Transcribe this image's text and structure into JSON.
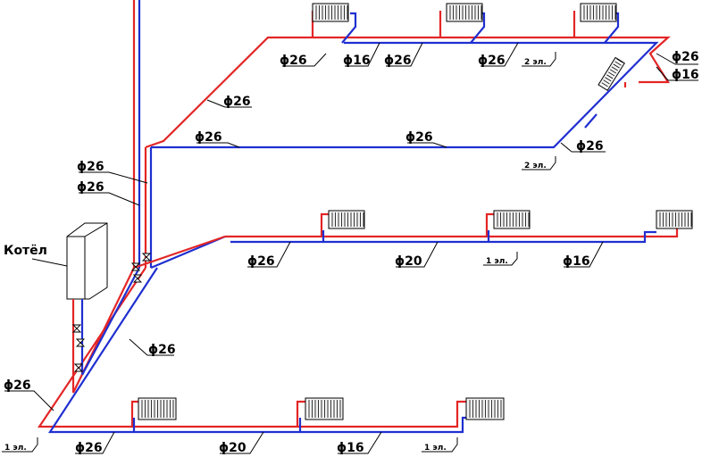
{
  "boiler": {
    "label": "Котёл"
  },
  "pipe_labels": {
    "top_front_left": "ϕ26",
    "top_front_mid1": "ϕ16",
    "top_front_mid2": "ϕ26",
    "top_front_right": "ϕ26",
    "top_right_1": "ϕ26",
    "top_right_2": "ϕ16",
    "top_diag": "ϕ26",
    "top_return_left": "ϕ26",
    "top_return_mid": "ϕ26",
    "top_return_right": "ϕ26",
    "riser_1": "ϕ26",
    "riser_2": "ϕ26",
    "mid_left": "ϕ26",
    "mid_mid": "ϕ20",
    "mid_right": "ϕ16",
    "main_diag": "ϕ26",
    "bottom_corner": "ϕ26",
    "bottom_left": "ϕ26",
    "bottom_mid": "ϕ20",
    "bottom_right": "ϕ16"
  },
  "level_marks": {
    "top_1": "2 эл.",
    "top_2": "2 эл.",
    "mid_1": "1 эл.",
    "bottom_1": "1 эл.",
    "bottom_2": "1 эл."
  }
}
